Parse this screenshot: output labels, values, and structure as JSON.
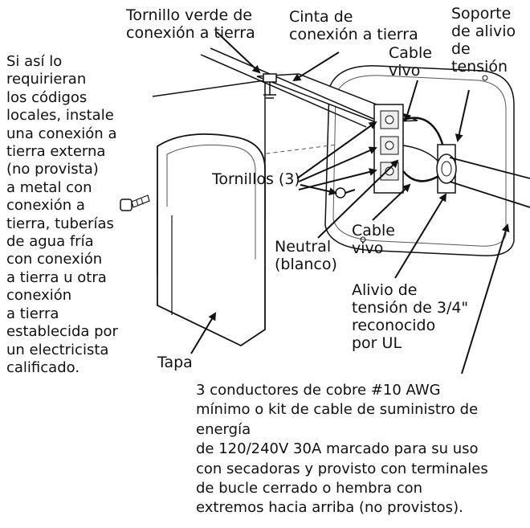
{
  "labels": {
    "ground_screw": "Tornillo verde de\nconexión a tierra",
    "ground_strap": "Cinta de\nconexión a tierra",
    "strain_bracket": "Soporte\nde alivio\nde\ntensión",
    "live_wire_top": "Cable\nvivo",
    "local_codes_note": "Si así lo\nrequirieran\nlos códigos\nlocales, instale\nuna conexión a\ntierra externa\n(no provista)\na metal con\nconexión a\ntierra, tuberías\nde agua fría\ncon conexión\na tierra u otra\nconexión\na tierra\nestablecida por\nun electricista\ncalificado.",
    "screws": "Tornillos (3)",
    "neutral": "Neutral\n(blanco)",
    "live_wire_bottom": "Cable\nvivo",
    "strain_relief": "Alivio de\ntensión de 3/4\"\nreconocido\npor UL",
    "cover": "Tapa",
    "conductors_note": "3 conductores de cobre #10 AWG\nmínimo o kit de cable de suministro de\nenergía\nde 120/240V 30A marcado para su uso\ncon secadoras y provisto con terminales\nde bucle cerrado o hembra con\nextremos hacia arriba (no provistos)."
  }
}
